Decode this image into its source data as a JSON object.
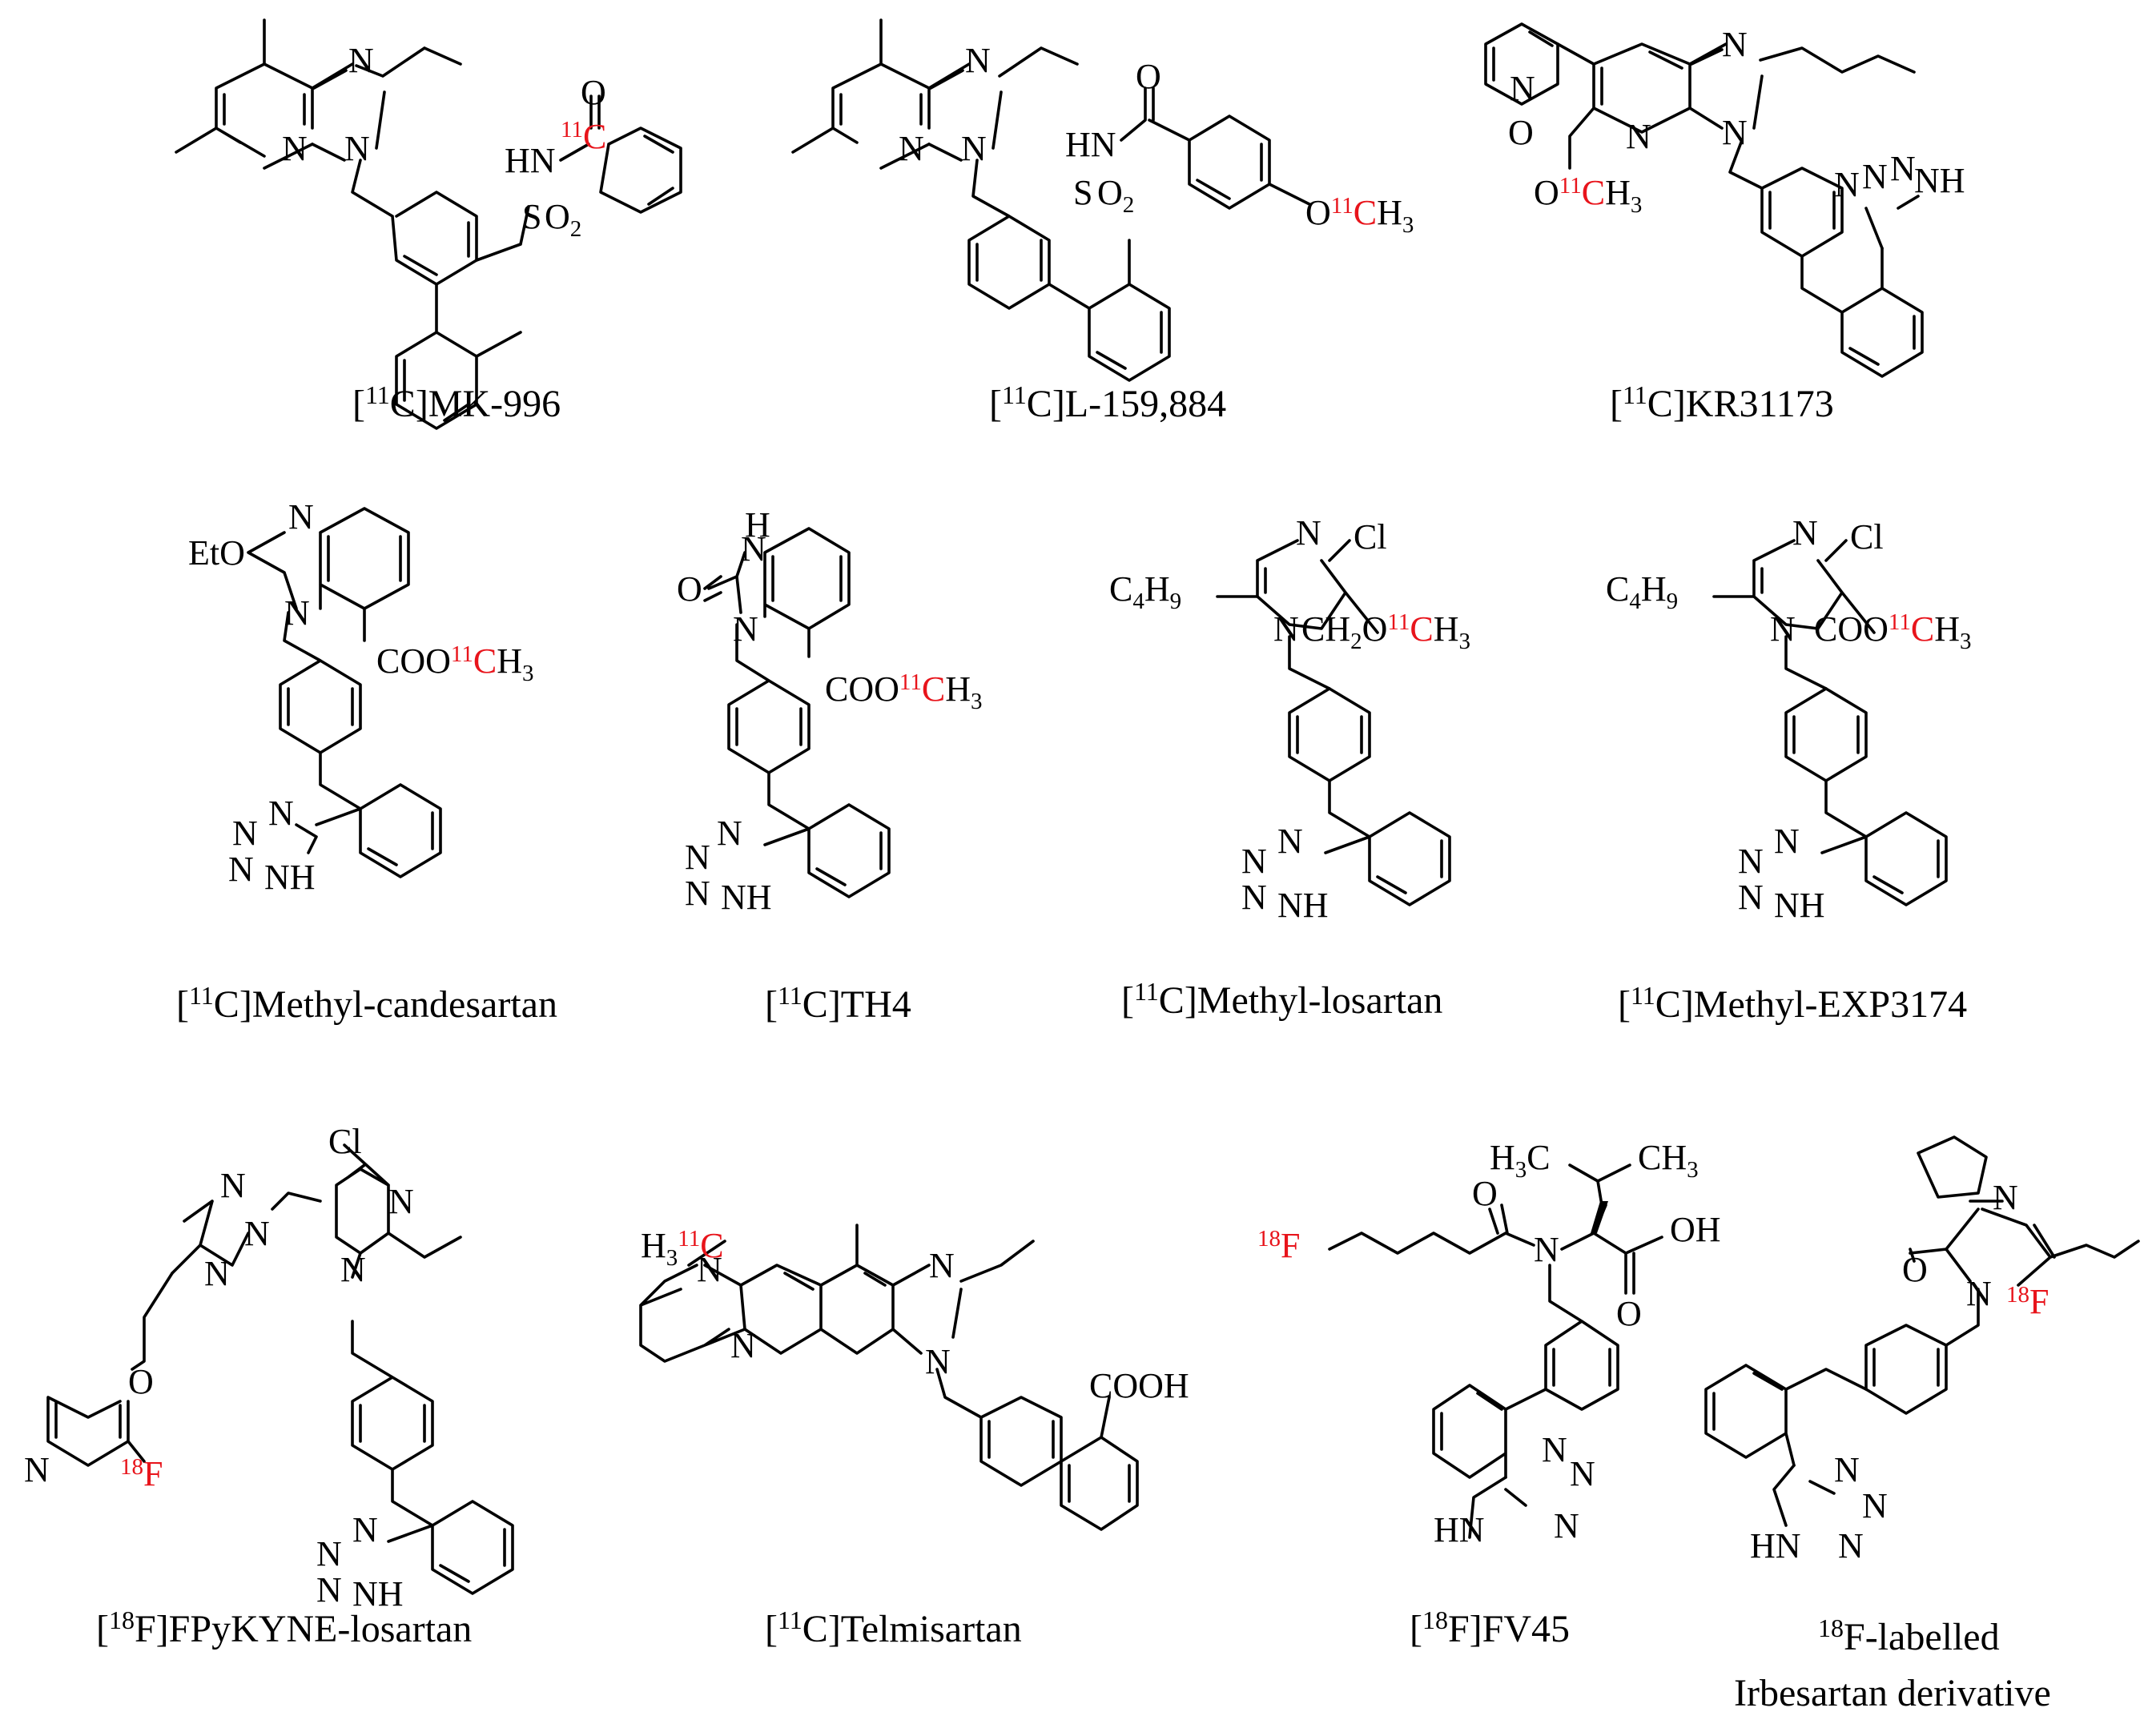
{
  "figure": {
    "colors": {
      "ink": "#000000",
      "isotope_label": "#e8141b",
      "background": "#ffffff"
    },
    "compounds": [
      {
        "id": "mk996",
        "caption": {
          "iso": "11",
          "pre": "[",
          "elem": "C]",
          "name": "MK-996"
        },
        "isotope_atom": {
          "mass": "11",
          "symbol": "C"
        }
      },
      {
        "id": "l159884",
        "caption": {
          "iso": "11",
          "pre": "[",
          "elem": "C]",
          "name": "L-159,884"
        },
        "isotope_group": {
          "o": "O",
          "mass": "11",
          "symbol": "C",
          "h": "H",
          "n": "3"
        }
      },
      {
        "id": "kr31173",
        "caption": {
          "iso": "11",
          "pre": "[",
          "elem": "C]",
          "name": "KR31173"
        },
        "isotope_group": {
          "o": "O",
          "mass": "11",
          "symbol": "C",
          "h": "H",
          "n": "3"
        }
      },
      {
        "id": "methyl_candesartan",
        "caption": {
          "iso": "11",
          "pre": "[",
          "elem": "C]",
          "name": "Methyl-candesartan"
        },
        "isotope_group": {
          "prefix": "COO",
          "mass": "11",
          "symbol": "C",
          "h": "H",
          "n": "3"
        }
      },
      {
        "id": "th4",
        "caption": {
          "iso": "11",
          "pre": "[",
          "elem": "C]",
          "name": "TH4"
        },
        "isotope_group": {
          "prefix": "COO",
          "mass": "11",
          "symbol": "C",
          "h": "H",
          "n": "3"
        }
      },
      {
        "id": "methyl_losartan",
        "caption": {
          "iso": "11",
          "pre": "[",
          "elem": "C]",
          "name": "Methyl-losartan"
        },
        "isotope_group": {
          "prefix": "CH",
          "prefix_sub": "2",
          "prefix_end": "O",
          "mass": "11",
          "symbol": "C",
          "h": "H",
          "n": "3"
        }
      },
      {
        "id": "methyl_exp3174",
        "caption": {
          "iso": "11",
          "pre": "[",
          "elem": "C]",
          "name": "Methyl-EXP3174"
        },
        "isotope_group": {
          "prefix": "COO",
          "mass": "11",
          "symbol": "C",
          "h": "H",
          "n": "3"
        }
      },
      {
        "id": "fpykyne_losartan",
        "caption": {
          "iso": "18",
          "pre": "[",
          "elem": "F]",
          "name": "FPyKYNE-losartan"
        },
        "isotope_atom": {
          "mass": "18",
          "symbol": "F"
        }
      },
      {
        "id": "telmisartan",
        "caption": {
          "iso": "11",
          "pre": "[",
          "elem": "C]",
          "name": "Telmisartan"
        },
        "isotope_group": {
          "h": "H",
          "n": "3",
          "mass": "11",
          "symbol": "C"
        }
      },
      {
        "id": "fv45",
        "caption": {
          "iso": "18",
          "pre": "[",
          "elem": "F]",
          "name": "FV45"
        },
        "isotope_atom": {
          "mass": "18",
          "symbol": "F"
        }
      },
      {
        "id": "irbesartan_deriv",
        "caption": {
          "iso": "18",
          "pre": "",
          "elem": "F-labelled",
          "name": "",
          "line2": "Irbesartan derivative"
        },
        "isotope_atom": {
          "mass": "18",
          "symbol": "F"
        }
      }
    ],
    "atom_labels": {
      "N": "N",
      "O": "O",
      "Cl": "Cl",
      "NH": "NH",
      "HN": "HN",
      "H": "H",
      "HN_sulfonyl": "HN",
      "S": "S",
      "O2": "O",
      "two": "2",
      "EtO": "EtO",
      "C4": "C",
      "four": "4",
      "H9": "H",
      "nine": "9",
      "COOH": "COOH",
      "OH": "OH",
      "H3C_left": "H",
      "H3C_three": "3",
      "H3C_C": "C",
      "CH3": "CH",
      "three": "3",
      "minus": "-",
      "plus": "+"
    }
  }
}
